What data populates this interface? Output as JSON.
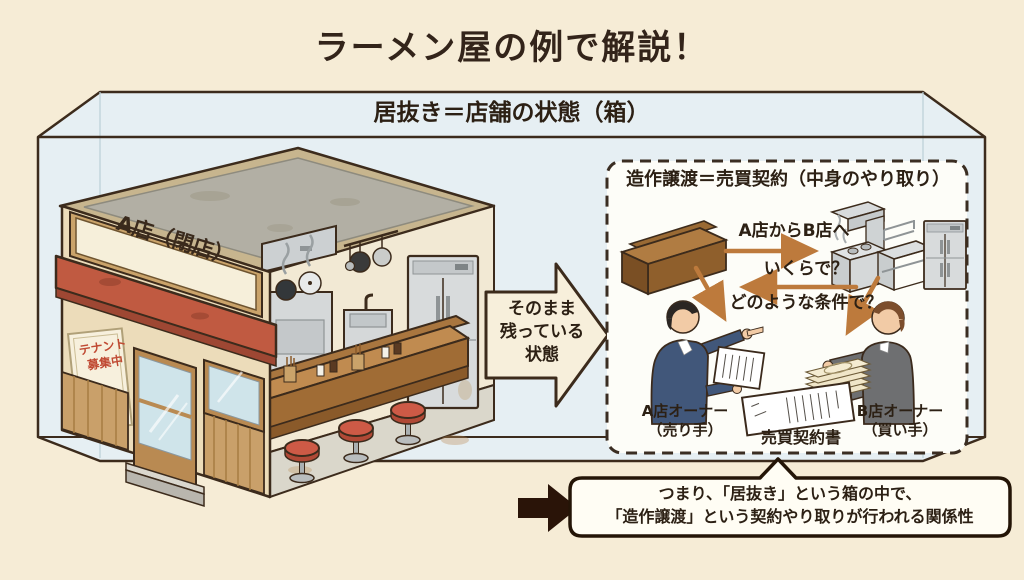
{
  "title": "ラーメン屋の例で解説！",
  "glass_box": {
    "label": "居抜き＝店舗の状態（箱）"
  },
  "shop": {
    "sign": "A店（閉店）",
    "poster": {
      "line1": "テナント",
      "line2": "募集中"
    }
  },
  "transition_arrow": {
    "line1": "そのまま",
    "line2": "残っている",
    "line3": "状態"
  },
  "contract_box": {
    "title": "造作譲渡＝売買契約（中身のやり取り）",
    "flow_label": "A店からB店へ",
    "question_price": "いくらで？",
    "question_terms": "どのような条件で？",
    "seller": {
      "name": "A店オーナー",
      "role": "（売り手）"
    },
    "buyer": {
      "name": "B店オーナー",
      "role": "（買い手）"
    },
    "contract_doc_label": "売買契約書"
  },
  "conclusion": {
    "line1": "つまり、「居抜き」という箱の中で、",
    "line2": "「造作譲渡」という契約やり取りが行われる関係性"
  },
  "colors": {
    "background": "#f6ecd6",
    "outline": "#3c2b1c",
    "glass": "#e4eef3",
    "arrow_orange": "#bd7a3c",
    "awning_red": "#c05a41",
    "wood": "#b98a52",
    "stool_red": "#cd5a46",
    "suit_navy": "#41577a",
    "suit_gray": "#6e6f71",
    "text_dark": "#2c2014"
  }
}
